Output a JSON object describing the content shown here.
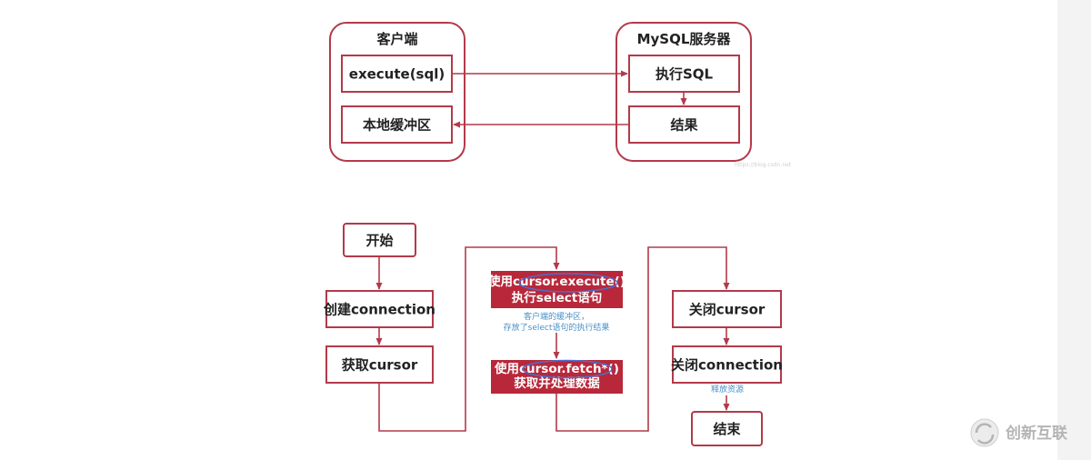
{
  "architecture": {
    "client": {
      "title": "客户端",
      "execute": "execute(sql)",
      "buffer": "本地缓冲区"
    },
    "server": {
      "title": "MySQL服务器",
      "exec_sql": "执行SQL",
      "result": "结果"
    }
  },
  "flow": {
    "start": "开始",
    "create_connection": "创建connection",
    "get_cursor": "获取cursor",
    "execute_line1": "使用cursor.execute()",
    "execute_line2": "执行select语句",
    "note_buffer_1": "客户端的缓冲区，",
    "note_buffer_2": "存放了select语句的执行结果",
    "fetch_line1": "使用cursor.fetch*()",
    "fetch_line2": "获取并处理数据",
    "close_cursor": "关闭cursor",
    "close_connection": "关闭connection",
    "note_release": "释放资源",
    "end": "结束"
  },
  "watermark": {
    "text": "创新互联"
  },
  "colors": {
    "border": "#b23a4a",
    "box_fill": "#b8283a",
    "note": "#4a90c8",
    "oval": "#4a6fd0"
  }
}
